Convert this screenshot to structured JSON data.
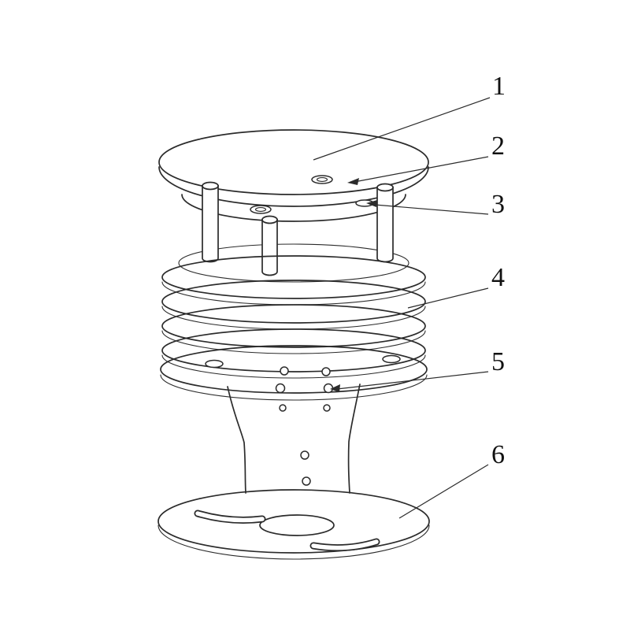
{
  "callouts": [
    {
      "label": "1"
    },
    {
      "label": "2"
    },
    {
      "label": "3"
    },
    {
      "label": "4"
    },
    {
      "label": "5"
    },
    {
      "label": "6"
    }
  ],
  "colors": {
    "line": "#2b2b2b",
    "background": "#ffffff",
    "text": "#111111"
  }
}
